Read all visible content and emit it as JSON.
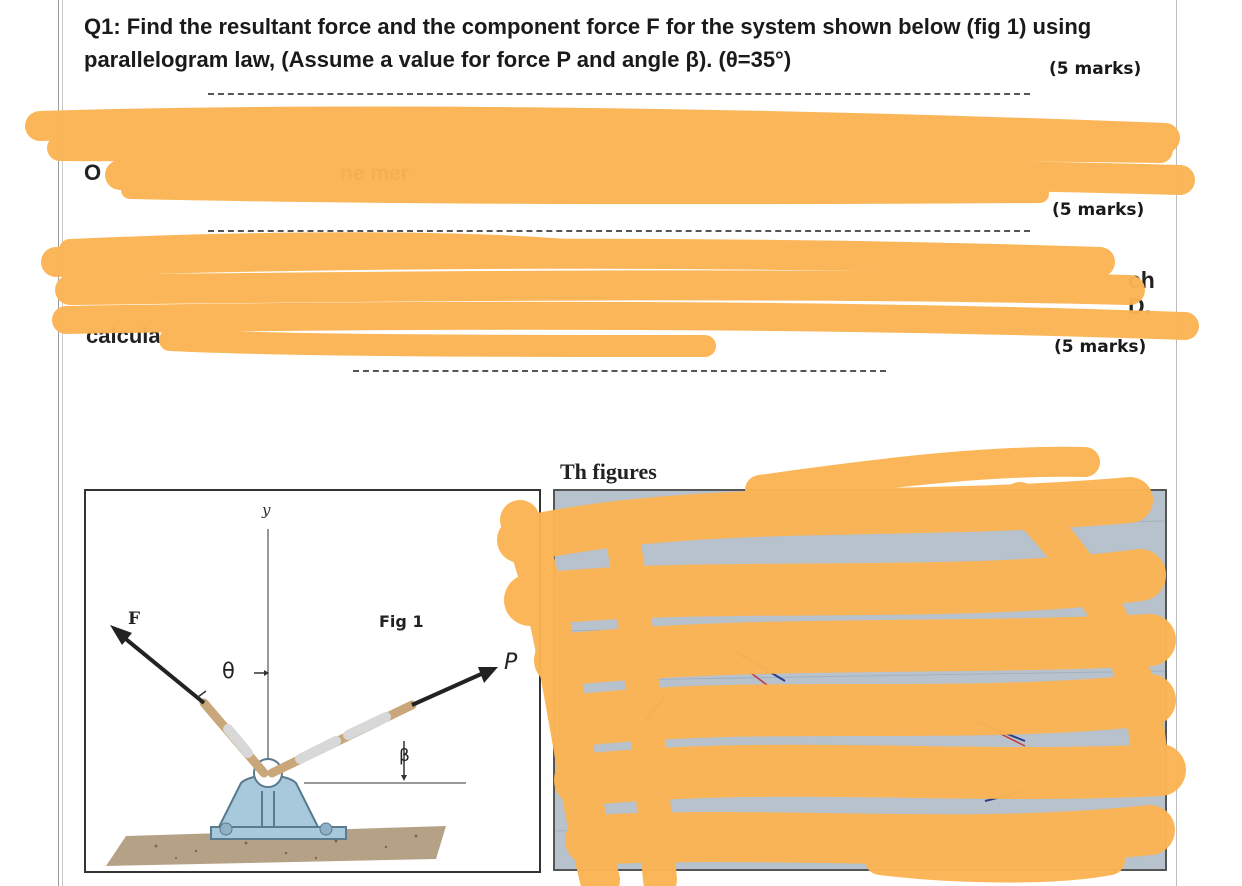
{
  "q1": {
    "text": "Q1: Find the resultant force and the component force F for the system shown below (fig 1) using parallelogram law, (Assume a value for force P and angle β). (θ=35°)",
    "marks": "(5 marks)"
  },
  "q2": {
    "fragment_start": "O",
    "fragment_mid": "ne mer",
    "marks": "(5 marks)"
  },
  "q3": {
    "fragment_start": "calcula",
    "fragment_right_1": "ch",
    "fragment_right_2": "D.",
    "marks": "(5 marks)"
  },
  "figure1": {
    "caption": "Fig 1",
    "label_force_left": "F",
    "label_force_right": "P",
    "label_angle_theta": "θ",
    "label_angle_beta": "β",
    "label_axis_y": "y"
  },
  "photo_section": {
    "title": "Th figures"
  },
  "colors": {
    "redaction": "#fbb454",
    "text": "#1a1a1a",
    "support": "#a8c8dc",
    "ground": "#b5a286"
  }
}
